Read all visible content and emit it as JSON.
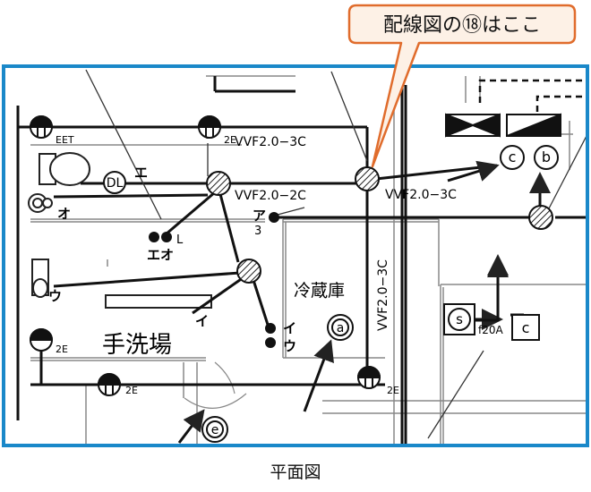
{
  "callout": {
    "text": "配線図の⑱はここ"
  },
  "caption": "平面図",
  "rooms": {
    "washroom": "手洗場",
    "fridge": "冷蔵庫"
  },
  "cables": {
    "top_left": "VVF2.0−3C",
    "middle_left": "VVF2.0−2C",
    "middle_right": "VVF2.0−3C",
    "vertical": "VVF2.0−3C"
  },
  "fixture_labels": {
    "eet": "EET",
    "e2_top": "2E",
    "e2_left": "2E",
    "e2_bottom_left": "2E",
    "e2_bottom_right": "2E",
    "dl": "DL",
    "c": "c",
    "b": "b",
    "a": "a",
    "e_circle": "e",
    "s": "s",
    "f20a": "f20A",
    "c_box": "c",
    "L": "L",
    "three": "3"
  },
  "switch_labels": {
    "e_kana": "エ",
    "o_kana": "オ",
    "eo_kana": "エオ",
    "u_kana": "ウ",
    "i_kana": "イ",
    "a_kana": "ア",
    "i_right": "イ",
    "u_right": "ウ"
  },
  "colors": {
    "frame": "#1a88c9",
    "callout_border": "#e06c2c",
    "callout_fill": "#fdf1e6",
    "line": "#222222"
  }
}
